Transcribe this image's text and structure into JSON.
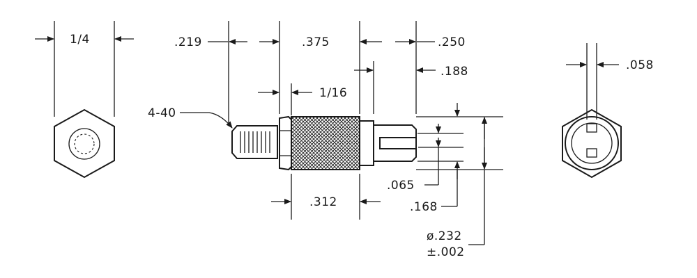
{
  "drawing": {
    "left_view": {
      "across_flats": "1/4"
    },
    "side_view": {
      "thread_size": "4-40",
      "thread_length": ".219",
      "body_length": ".375",
      "hex_thickness": "1/16",
      "knurl_length": ".312",
      "pin_length": ".250",
      "slot_depth": ".188",
      "slot_width": ".065",
      "pin_inner": ".168",
      "pin_diameter": "ø.232",
      "pin_tolerance": "±.002"
    },
    "end_view": {
      "slot_width": ".058"
    }
  },
  "colors": {
    "ink": "#1a1a1a",
    "paper": "#ffffff"
  }
}
